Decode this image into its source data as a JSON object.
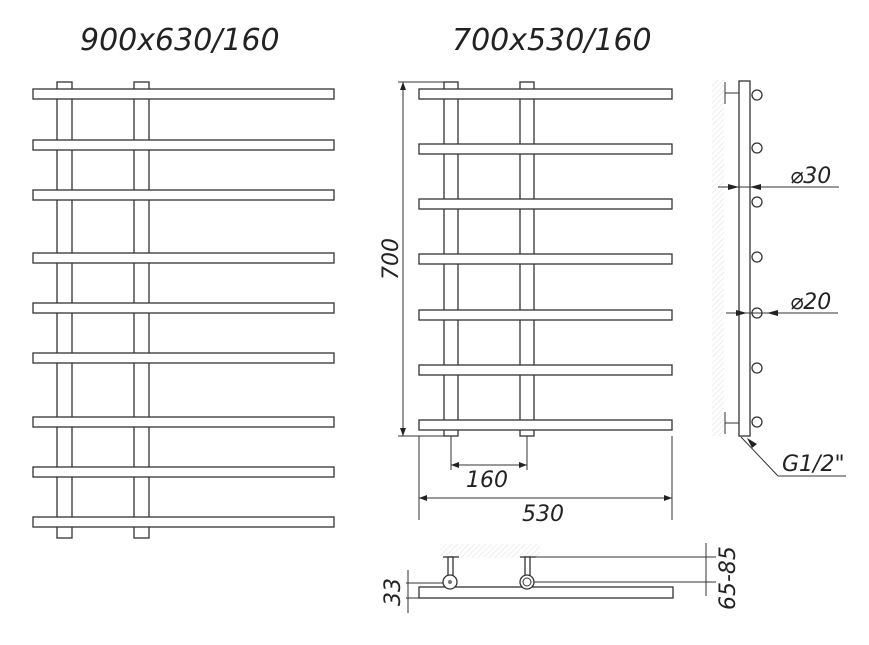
{
  "titles": {
    "left": "900x630/160",
    "middle": "700x530/160"
  },
  "dimensions": {
    "height": "700",
    "pipe_spacing": "160",
    "width": "530",
    "collector_diameter": "⌀30",
    "bar_diameter": "⌀20",
    "connection": "G1/2\"",
    "bar_offset": "33",
    "wall_distance": "65-85"
  },
  "left_model_bar_count": 9,
  "middle_model_bar_count": 7
}
